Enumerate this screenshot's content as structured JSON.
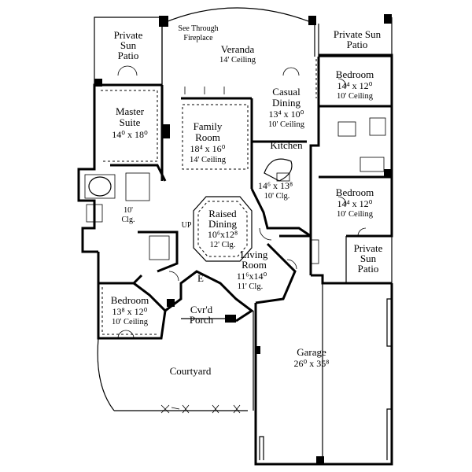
{
  "rooms": {
    "private_sun_patio_left": [
      "Private",
      "Sun",
      "Patio"
    ],
    "see_through_fireplace": [
      "See Through",
      "Fireplace"
    ],
    "veranda": [
      "Veranda",
      "14' Ceiling"
    ],
    "private_sun_patio_top_right": "Private Sun",
    "private_sun_patio_top_right_2": "Patio",
    "master_suite": [
      "Master",
      "Suite",
      "14⁰ x 18⁰"
    ],
    "family_room": [
      "Family",
      "Room",
      "18⁴ x 16⁰",
      "14' Ceiling"
    ],
    "casual_dining": [
      "Casual",
      "Dining",
      "13⁴ x 10⁰",
      "10' Ceiling"
    ],
    "bedroom_top_right": [
      "Bedroom",
      "14⁴ x 12⁰",
      "10' Ceiling"
    ],
    "kitchen": [
      "Kitchen",
      "14⁶ x 13⁸",
      "10' Clg."
    ],
    "bedroom_right": [
      "Bedroom",
      "14⁴ x 12⁰",
      "10' Ceiling"
    ],
    "closet_10clg": [
      "10'",
      "Clg."
    ],
    "up_label": "UP",
    "raised_dining": [
      "Raised",
      "Dining",
      "10⁶x12⁸",
      "12' Clg."
    ],
    "private_sun_patio_right": [
      "Private",
      "Sun",
      "Patio"
    ],
    "living_room": [
      "Living",
      "Room",
      "11⁶x14⁰",
      "11' Clg."
    ],
    "entry_label": "E",
    "bedroom_left": [
      "Bedroom",
      "13⁸ x 12⁰",
      "10' Ceiling"
    ],
    "covered_porch": [
      "Cvr'd",
      "Porch"
    ],
    "garage": [
      "Garage",
      "26⁰ x 35⁸"
    ],
    "courtyard": "Courtyard"
  }
}
